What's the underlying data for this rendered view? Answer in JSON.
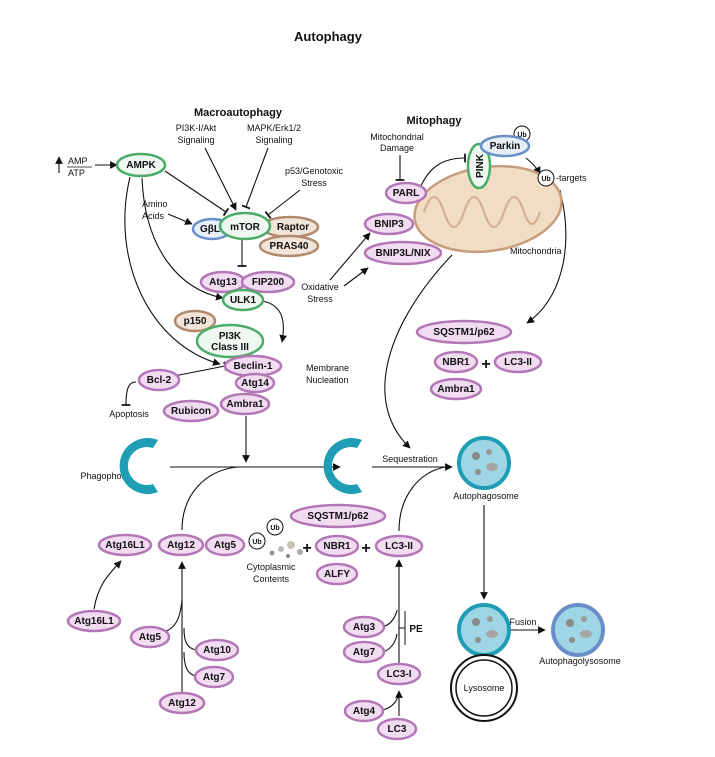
{
  "title": "Autophagy",
  "sections": {
    "macro": "Macroautophagy",
    "mito": "Mitophagy"
  },
  "colors": {
    "pink_fill": "#f2dcf1",
    "pink_stroke": "#b377b6",
    "green_stroke": "#4bab69",
    "green_fill": "#eef7f0",
    "blue_stroke": "#6a8fc6",
    "blue_fill": "#e6eef8",
    "tan_stroke": "#b08a6c",
    "tan_fill": "#f1e4d9",
    "teal": "#1f9db4",
    "teal_fill": "#9fd6e6",
    "mito_fill": "#f0ddc4",
    "mito_stroke": "#c79d7d"
  },
  "labels": {
    "amp": "AMP",
    "atp": "ATP",
    "pi3k_signal_1": "PI3K-I/Akt",
    "pi3k_signal_2": "Signaling",
    "mapk_signal_1": "MAPK/Erk1/2",
    "mapk_signal_2": "Signaling",
    "p53_1": "p53/Genotoxic",
    "p53_2": "Stress",
    "amino_1": "Amino",
    "amino_2": "Acids",
    "mito_damage_1": "Mitochondrial",
    "mito_damage_2": "Damage",
    "ub_targets": "-targets",
    "mitochondria": "Mitochondria",
    "oxidative_1": "Oxidative",
    "oxidative_2": "Stress",
    "membrane_1": "Membrane",
    "membrane_2": "Nucleation",
    "apoptosis": "Apoptosis",
    "phagophore": "Phagophore",
    "sequestration": "Sequestration",
    "autophagosome": "Autophagosome",
    "cytoplasmic_1": "Cytoplasmic",
    "cytoplasmic_2": "Contents",
    "pe": "PE",
    "fusion": "Fusion",
    "lysosome": "Lysosome",
    "autophagolysosome": "Autophagolysosome",
    "plus": "+",
    "ub": "Ub"
  },
  "nodes": {
    "ampk": "AMPK",
    "gbl": "GβL",
    "mtor": "mTOR",
    "raptor": "Raptor",
    "pras40": "PRAS40",
    "atg13": "Atg13",
    "fip200": "FIP200",
    "ulk1": "ULK1",
    "p150": "p150",
    "pi3k_1": "PI3K",
    "pi3k_2": "Class III",
    "beclin1": "Beclin-1",
    "bcl2": "Bcl-2",
    "atg14": "Atg14",
    "ambra1_a": "Ambra1",
    "rubicon": "Rubicon",
    "parl": "PARL",
    "pink": "PINK",
    "parkin": "Parkin",
    "bnip3": "BNIP3",
    "bnip3l": "BNIP3L/NIX",
    "sqstm1_top": "SQSTM1/p62",
    "nbr1_top": "NBR1",
    "lc3ii_top": "LC3-II",
    "ambra1_b": "Ambra1",
    "atg16l1_a": "Atg16L1",
    "atg12_a": "Atg12",
    "atg5_a": "Atg5",
    "sqstm1_mid": "SQSTM1/p62",
    "nbr1_mid": "NBR1",
    "lc3ii_mid": "LC3-II",
    "alfy": "ALFY",
    "atg16l1_b": "Atg16L1",
    "atg5_b": "Atg5",
    "atg10": "Atg10",
    "atg7_a": "Atg7",
    "atg12_b": "Atg12",
    "atg3": "Atg3",
    "atg7_b": "Atg7",
    "lc3i": "LC3-I",
    "atg4": "Atg4",
    "lc3": "LC3"
  }
}
